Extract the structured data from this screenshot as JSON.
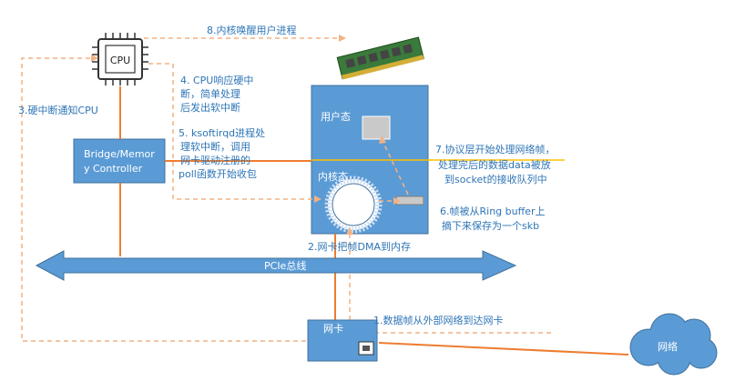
{
  "cpu": {
    "label": "CPU"
  },
  "bridge": {
    "line1": "Bridge/Memor",
    "line2": "y Controller"
  },
  "kernel": {
    "user_space": "用户态",
    "kernel_space": "内核态"
  },
  "bus": {
    "label": "PCIe总线"
  },
  "nic": {
    "label": "网卡"
  },
  "network": {
    "label": "网络"
  },
  "steps": {
    "s1": "1.数据帧从外部网络到达网卡",
    "s2": "2.网卡把帧DMA到内存",
    "s3": "3.硬中断通知CPU",
    "s4_l1": "4. CPU响应硬中",
    "s4_l2": "断，简单处理",
    "s4_l3": "后发出软中断",
    "s5_l1": "5. ksoftirqd进程处",
    "s5_l2": "理软中断，调用",
    "s5_l3": "网卡驱动注册的",
    "s5_l4": "poll函数开始收包",
    "s6_l1": "6.帧被从Ring buffer上",
    "s6_l2": "摘下来保存为一个skb",
    "s7_l1": "7.协议层开始处理网络帧，",
    "s7_l2": "处理完后的数据data被放",
    "s7_l3": "到socket的接收队列中",
    "s8": "8.内核唤醒用户进程"
  },
  "colors": {
    "box_blue": "#5b9bd5",
    "border_blue": "#41719c",
    "orange": "#ed7d31",
    "dashed_orange": "#f4b183",
    "yellow": "#ffc000",
    "label_blue": "#2e75b6",
    "grey_box": "#c9c9c9"
  }
}
